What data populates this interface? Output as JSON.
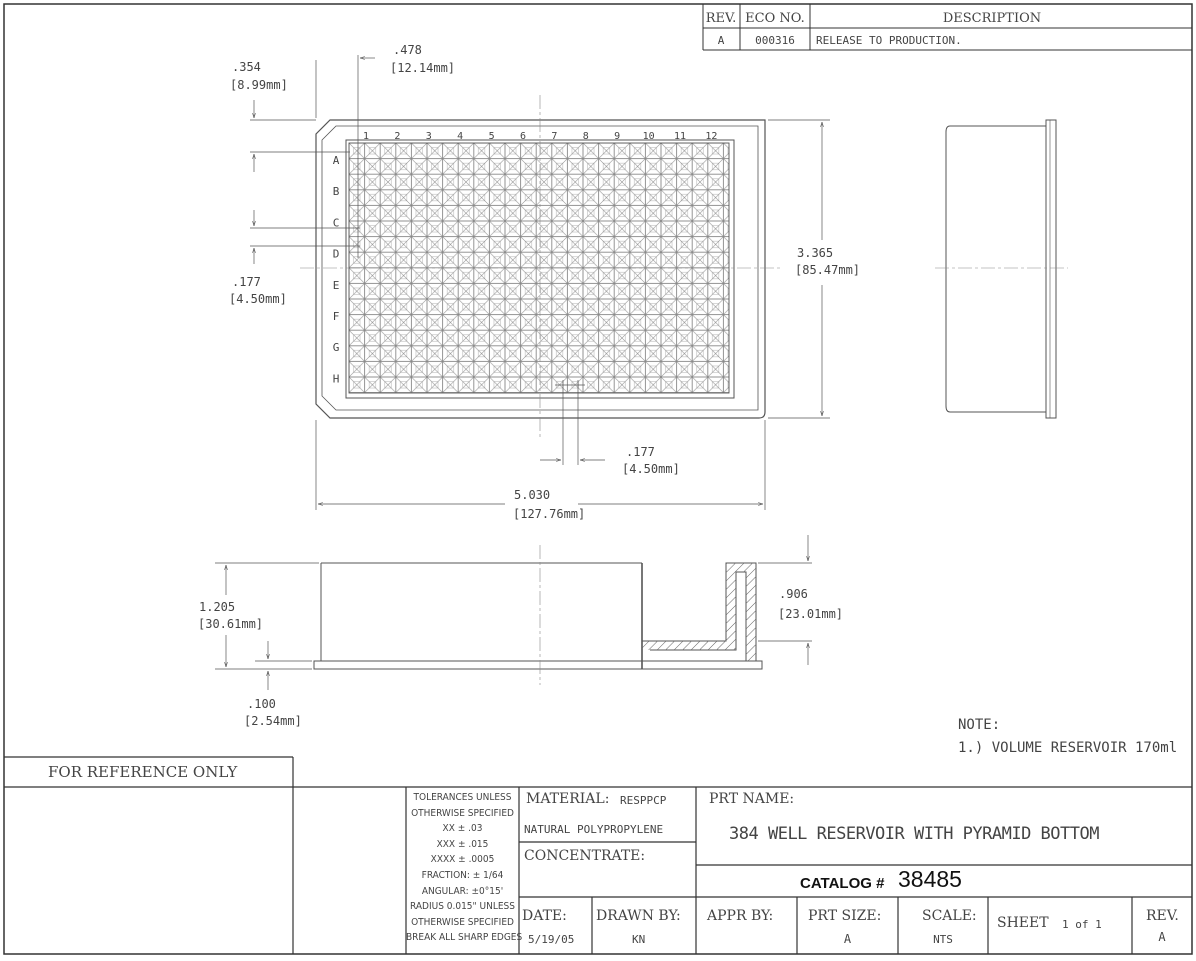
{
  "revision_table": {
    "headers": {
      "rev": "REV.",
      "eco": "ECO NO.",
      "description": "DESCRIPTION"
    },
    "rows": [
      {
        "rev": "A",
        "eco": "000316",
        "description": "RELEASE TO PRODUCTION."
      }
    ]
  },
  "top_view": {
    "column_labels": [
      "1",
      "2",
      "3",
      "4",
      "5",
      "6",
      "7",
      "8",
      "9",
      "10",
      "11",
      "12"
    ],
    "row_labels": [
      "A",
      "B",
      "C",
      "D",
      "E",
      "F",
      "G",
      "H"
    ],
    "dims": {
      "offset_a": {
        "in": ".354",
        "mm": "[8.99mm]"
      },
      "offset_b": {
        "in": ".478",
        "mm": "[12.14mm]"
      },
      "pitch_left": {
        "in": ".177",
        "mm": "[4.50mm]"
      },
      "pitch_bottom": {
        "in": ".177",
        "mm": "[4.50mm]"
      },
      "width": {
        "in": "3.365",
        "mm": "[85.47mm]"
      },
      "length": {
        "in": "5.030",
        "mm": "[127.76mm]"
      }
    }
  },
  "side_view": {
    "dims": {
      "height": {
        "in": "1.205",
        "mm": "[30.61mm]"
      },
      "depth": {
        "in": ".906",
        "mm": "[23.01mm]"
      },
      "base": {
        "in": ".100",
        "mm": "[2.54mm]"
      }
    }
  },
  "notes": {
    "title": "NOTE:",
    "item1": "1.)  VOLUME RESERVOIR 170ml"
  },
  "title_block": {
    "for_reference": "FOR REFERENCE ONLY",
    "tolerances": [
      "TOLERANCES UNLESS",
      "OTHERWISE SPECIFIED",
      "XX  ± .03",
      "XXX  ± .015",
      "XXXX  ± .0005",
      "FRACTION:  ± 1/64",
      "ANGULAR:  ±0°15'",
      "RADIUS 0.015\" UNLESS",
      "OTHERWISE SPECIFIED",
      "BREAK ALL SHARP EDGES"
    ],
    "material_label": "MATERIAL:",
    "material_code": "RESPPCP",
    "material_value": "NATURAL POLYPROPYLENE",
    "concentrate_label": "CONCENTRATE:",
    "part_name_label": "PRT NAME:",
    "part_name": "384 WELL RESERVOIR WITH PYRAMID BOTTOM",
    "catalog_label": "CATALOG #",
    "catalog_number": "38485",
    "date_label": "DATE:",
    "date_value": "5/19/05",
    "drawn_by_label": "DRAWN BY:",
    "drawn_by_value": "KN",
    "appr_by_label": "APPR BY:",
    "prt_size_label": "PRT SIZE:",
    "prt_size_value": "A",
    "scale_label": "SCALE:",
    "scale_value": "NTS",
    "sheet_label": "SHEET",
    "sheet_value": "1 of 1",
    "rev_label": "REV.",
    "rev_value": "A"
  }
}
